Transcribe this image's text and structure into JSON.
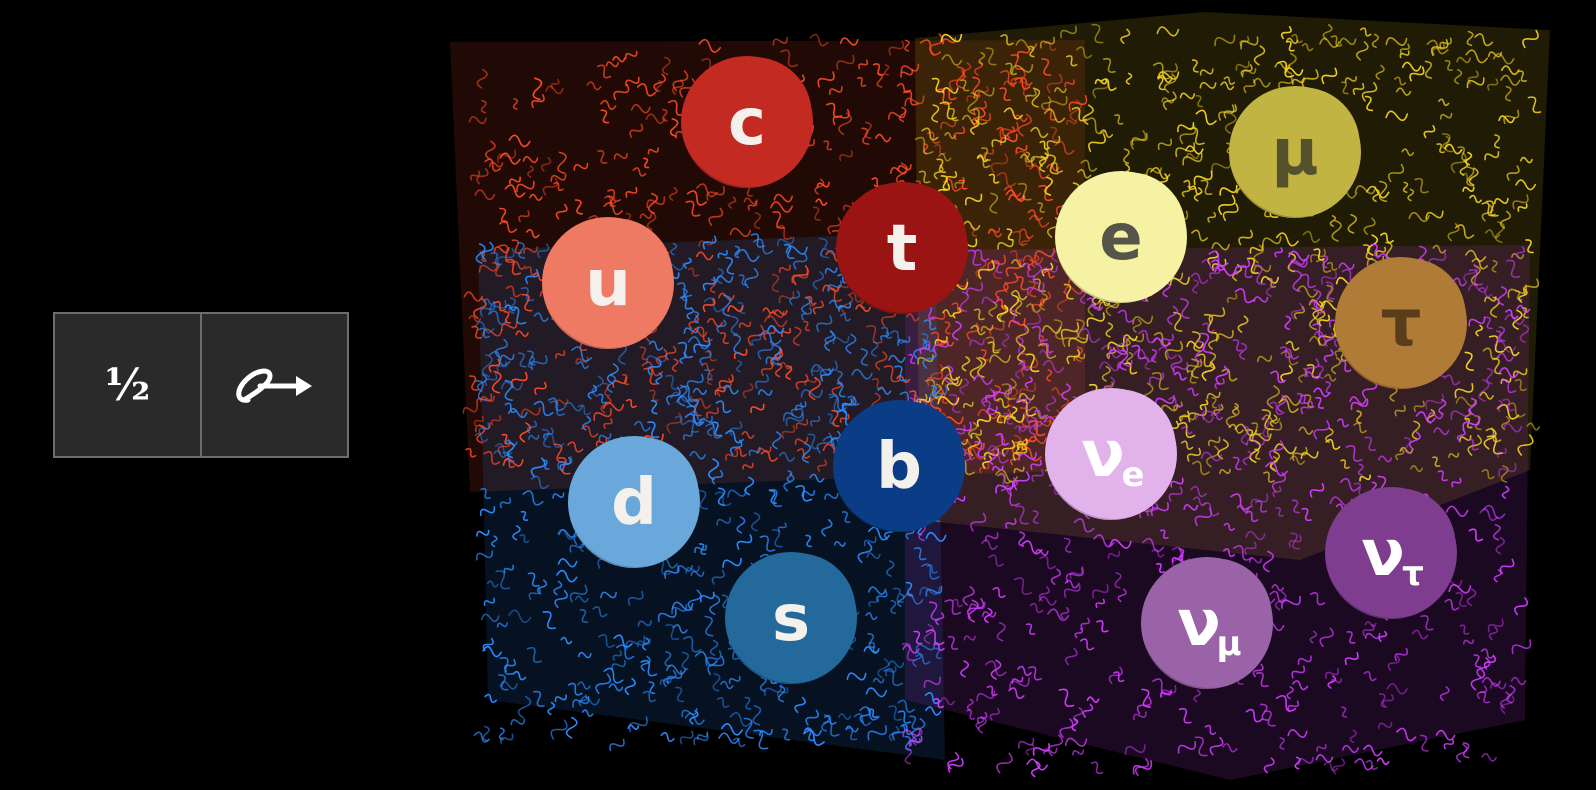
{
  "spin_panel": {
    "spin_value": "½",
    "spin_icon": "spin-arrow-icon"
  },
  "fields": [
    {
      "id": "up-type-quark-field",
      "color": "#ff4a26"
    },
    {
      "id": "charged-lepton-field",
      "color": "#f2d21e"
    },
    {
      "id": "down-type-quark-field",
      "color": "#2c8cff"
    },
    {
      "id": "neutrino-field",
      "color": "#d23cff"
    }
  ],
  "particles": [
    {
      "name": "particle-charm",
      "symbol": "c",
      "sub": "",
      "color": "#c22a22",
      "text": "#f4f1ec"
    },
    {
      "name": "particle-top",
      "symbol": "t",
      "sub": "",
      "color": "#9a1414",
      "text": "#f4f1ec"
    },
    {
      "name": "particle-up",
      "symbol": "u",
      "sub": "",
      "color": "#ef7a63",
      "text": "#f4f1ec"
    },
    {
      "name": "particle-down",
      "symbol": "d",
      "sub": "",
      "color": "#6aa8dc",
      "text": "#f4f1ec"
    },
    {
      "name": "particle-bottom",
      "symbol": "b",
      "sub": "",
      "color": "#0b3d86",
      "text": "#f4f1ec"
    },
    {
      "name": "particle-strange",
      "symbol": "s",
      "sub": "",
      "color": "#23699c",
      "text": "#f4f1ec"
    },
    {
      "name": "particle-electron",
      "symbol": "e",
      "sub": "",
      "color": "#f6f2a3",
      "text": "#55554a"
    },
    {
      "name": "particle-muon",
      "symbol": "μ",
      "sub": "",
      "color": "#c1b443",
      "text": "#55512c"
    },
    {
      "name": "particle-tau",
      "symbol": "τ",
      "sub": "",
      "color": "#b07a37",
      "text": "#5a3e1c"
    },
    {
      "name": "particle-electron-neutrino",
      "symbol": "ν",
      "sub": "e",
      "color": "#e2b3ea",
      "text": "#ffffff"
    },
    {
      "name": "particle-tau-neutrino",
      "symbol": "ν",
      "sub": "τ",
      "color": "#7e3d8e",
      "text": "#ffffff"
    },
    {
      "name": "particle-muon-neutrino",
      "symbol": "ν",
      "sub": "μ",
      "color": "#9a62a7",
      "text": "#ffffff"
    }
  ]
}
